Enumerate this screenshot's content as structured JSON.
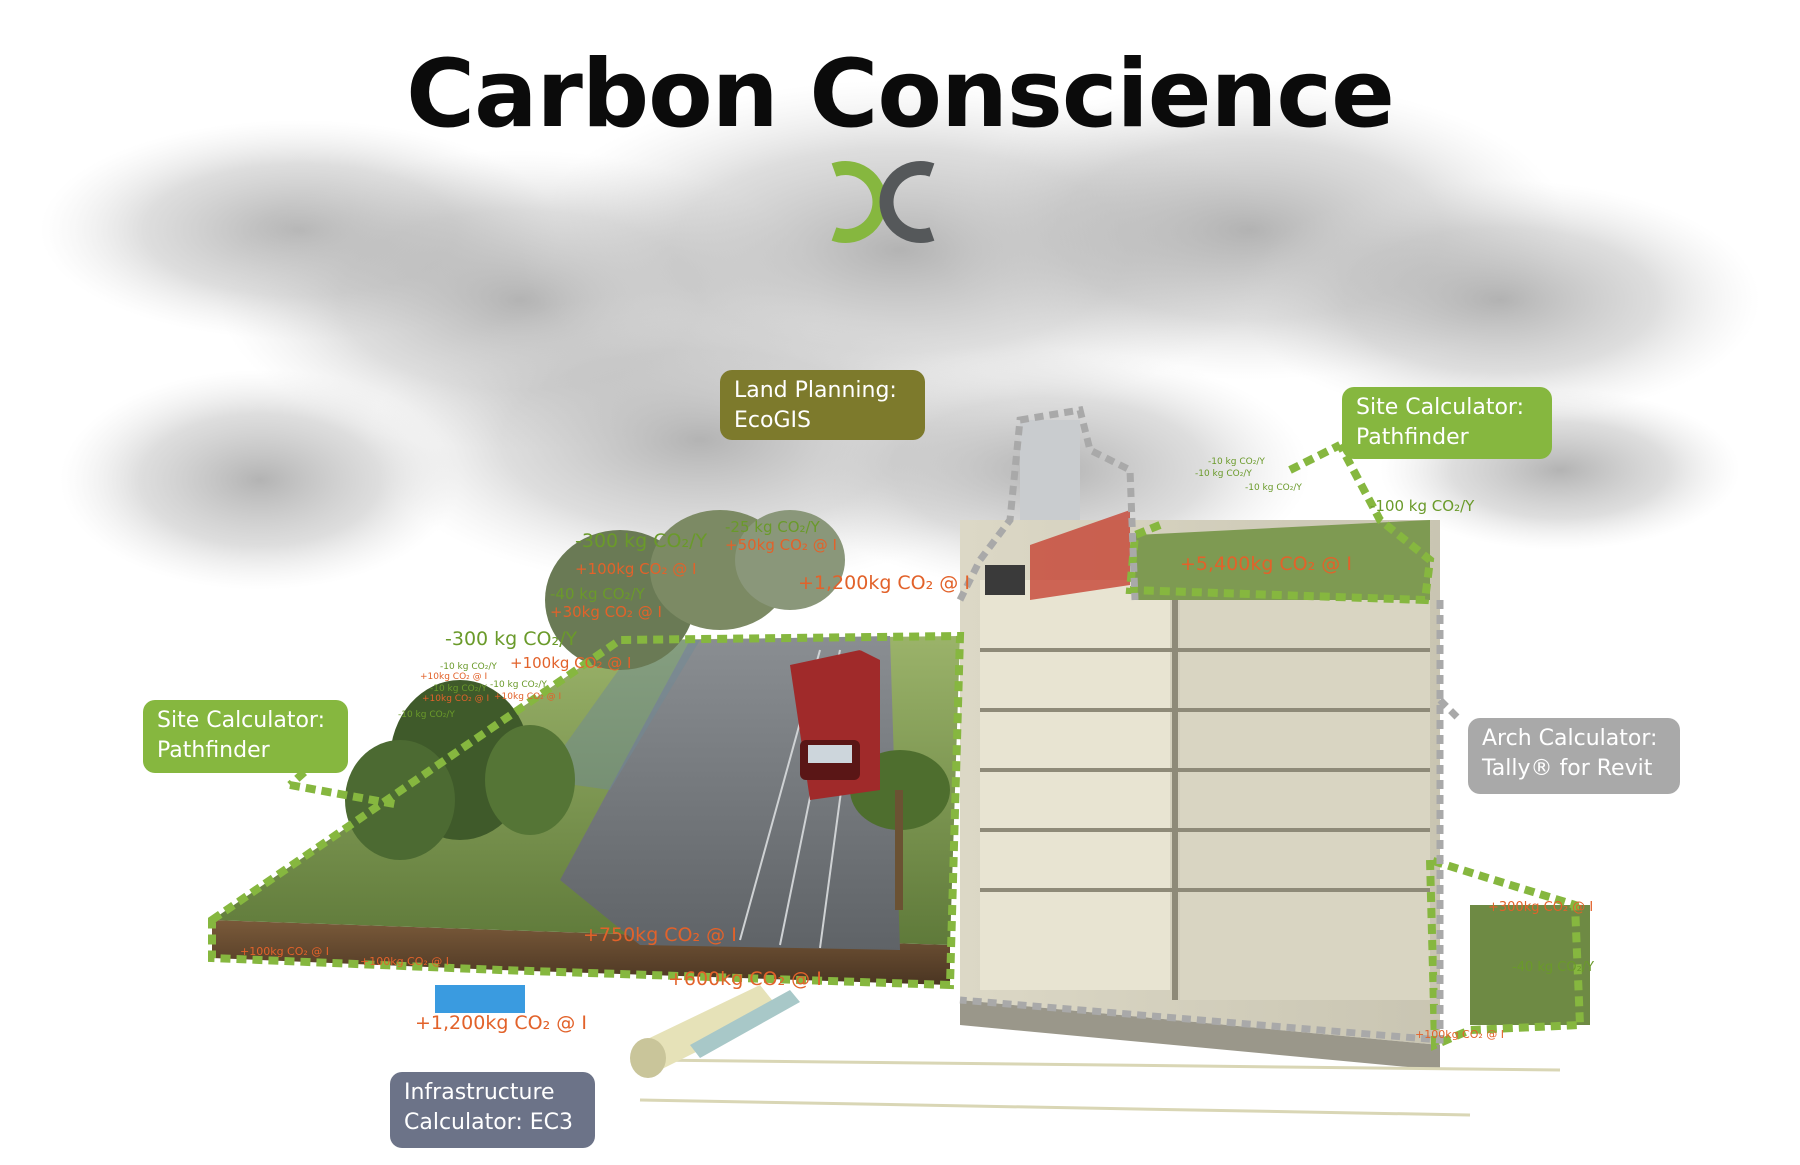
{
  "title": "Carbon Conscience",
  "logo_icon": "cc-logo-icon",
  "colors": {
    "green": "#86b73f",
    "dark_gray": "#55585a",
    "olive": "#7d7a2c",
    "light_gray": "#a9a9a9",
    "slate": "#6c7388",
    "orange": "#e2622a"
  },
  "callouts": {
    "land_planning": {
      "line1": "Land Planning:",
      "line2": "EcoGIS"
    },
    "site_calc_top": {
      "line1": "Site Calculator:",
      "line2": "Pathfinder"
    },
    "site_calc_left": {
      "line1": "Site Calculator:",
      "line2": "Pathfinder"
    },
    "arch_calc": {
      "line1": "Arch Calculator:",
      "line2": "Tally® for Revit"
    },
    "infra_calc": {
      "line1": "Infrastructure",
      "line2": "Calculator: EC3"
    }
  },
  "annotations": {
    "a01": "-300 kg CO₂/Y",
    "a02": "+100kg CO₂ @ I",
    "a03": "-25 kg CO₂/Y",
    "a04": "+50kg CO₂ @ I",
    "a05": "+1,200kg CO₂ @ I",
    "a06": "-40 kg CO₂/Y",
    "a07": "+30kg CO₂ @ I",
    "a08": "-300 kg CO₂/Y",
    "a09": "+100kg CO₂ @ I",
    "a10": "-10 kg CO₂/Y",
    "a11": "+10kg CO₂ @ I",
    "a12": "-10 kg CO₂/Y",
    "a13": "+10kg CO₂ @ I",
    "a14": "-10 kg CO₂/Y",
    "a15": "+10kg CO₂ @ I",
    "a16": "-10 kg CO₂/Y",
    "a17": "-10 kg CO₂/Y",
    "a18": "-10 kg CO₂/Y",
    "a19": "-10 kg CO₂/Y",
    "a20": "-100 kg CO₂/Y",
    "a21": "+5,400kg CO₂ @ I",
    "a22": "+100kg CO₂ @ I",
    "a23": "+100kg CO₂ @ I",
    "a24": "+750kg CO₂ @ I",
    "a25": "+600kg CO₂ @ I",
    "a26": "+1,200kg CO₂ @ I",
    "a27": "+300kg CO₂ @ I",
    "a28": "-40 kg CO₂/Y",
    "a29": "+100kg CO₂ @ I"
  }
}
